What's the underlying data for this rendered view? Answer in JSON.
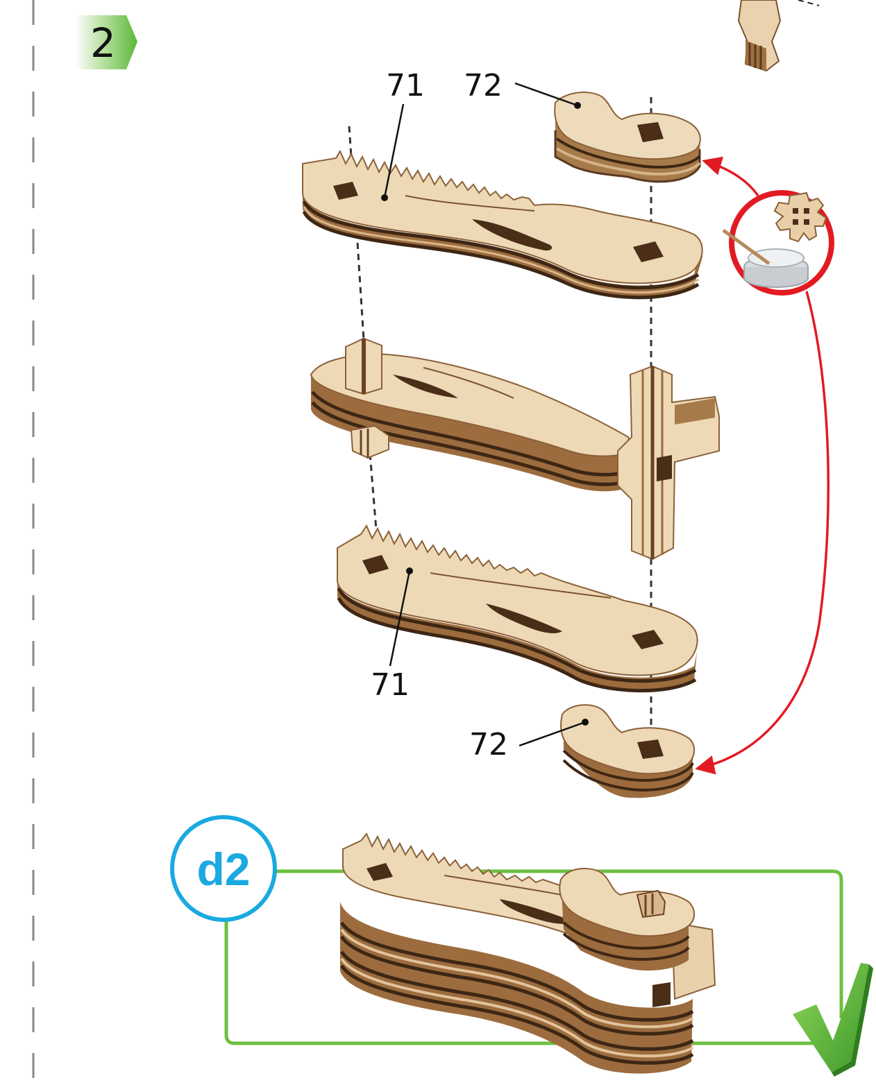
{
  "step": {
    "number": "2"
  },
  "parts": {
    "label_71_top": "71",
    "label_72_top": "72",
    "label_71_bottom": "71",
    "label_72_bottom": "72"
  },
  "subassembly": {
    "id": "d2"
  },
  "colors": {
    "wood_top": "#ecd7b6",
    "wood_side": "#d6b48a",
    "wood_dark": "#6b4226",
    "wood_mid": "#9a6a3f",
    "accent_red": "#e21b23",
    "accent_green": "#6dbf3f",
    "accent_blue": "#1aa9e1",
    "step_green": "#5cb838"
  },
  "icons": {
    "glue": "glue-pot-with-gear-icon",
    "done": "checkmark-icon"
  }
}
